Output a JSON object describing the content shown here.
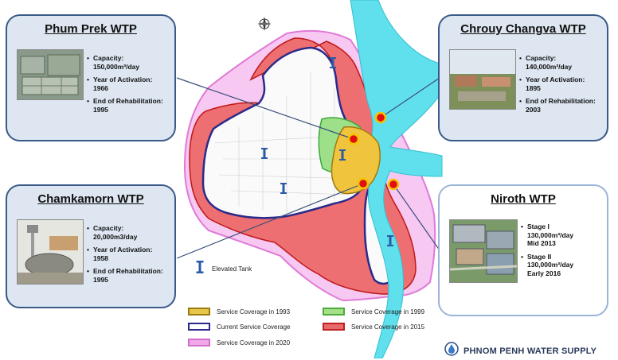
{
  "plants": [
    {
      "name": "Phum Prek WTP",
      "facts": [
        {
          "label": "Capacity:",
          "value": "150,000m³/day"
        },
        {
          "label": "Year of Activation:",
          "value": "1966"
        },
        {
          "label": "End of Rehabilitation:",
          "value": "1995"
        }
      ]
    },
    {
      "name": "Chrouy Changva WTP",
      "facts": [
        {
          "label": "Capacity:",
          "value": "140,000m³/day"
        },
        {
          "label": "Year of Activation:",
          "value": "1895"
        },
        {
          "label": "End of Rehabilitation:",
          "value": "2003"
        }
      ]
    },
    {
      "name": "Chamkamorn WTP",
      "facts": [
        {
          "label": "Capacity:",
          "value": "20,000m3/day"
        },
        {
          "label": "Year of Activation:",
          "value": "1958"
        },
        {
          "label": "End of Rehabilitation:",
          "value": "1995"
        }
      ]
    },
    {
      "name": "Niroth WTP",
      "facts": [
        {
          "label": "Stage I",
          "value": "130,000m³/day",
          "value2": "Mid 2013"
        },
        {
          "label": "Stage II",
          "value": "130,000m³/day",
          "value2": "Early 2016"
        }
      ]
    }
  ],
  "elevated_tank_label": "Elevated Tank",
  "legend": [
    {
      "label": "Service Coverage in 1993",
      "fill": "#e8c64a",
      "border": "#9b7a10"
    },
    {
      "label": "Service Coverage in 1999",
      "fill": "#a4e08a",
      "border": "#4caa3a"
    },
    {
      "label": "Current Service Coverage",
      "fill": "#ffffff",
      "border": "#2a2a8a"
    },
    {
      "label": "Service Coverage in 2015",
      "fill": "#e86a6a",
      "border": "#c02020"
    },
    {
      "label": "Service Coverage in 2020",
      "fill": "#f2a8e8",
      "border": "#d070cc"
    }
  ],
  "brand": "PHNOM PENH WATER SUPPLY",
  "colors": {
    "river": "#5fe0ec",
    "coverage_2020": "#f6c8f2",
    "coverage_2015": "#ee6f72",
    "current_border": "#2a2a8a",
    "coverage_1993": "#f0c43c",
    "coverage_1999": "#9ee08a",
    "plant_marker": "#e01010",
    "leader_line": "#3a4f7a"
  },
  "icons": [
    "north-arrow-icon",
    "elevated-tank-icon",
    "water-supply-logo-icon"
  ]
}
